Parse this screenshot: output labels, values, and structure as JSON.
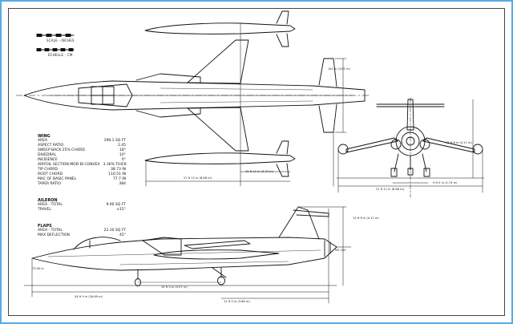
{
  "scales": {
    "inches": "SCALE - INCHES",
    "metric": "ÉCHELLE - CM."
  },
  "specs": {
    "wing": {
      "title": "WING",
      "rows": [
        {
          "label": "AREA",
          "value": "196.1 SQ FT"
        },
        {
          "label": "ASPECT RATIO",
          "value": "2.45"
        },
        {
          "label": "SWEEP BACK 25% CHORD",
          "value": "18°"
        },
        {
          "label": "DIHEDRAL",
          "value": "10°"
        },
        {
          "label": "INCIDENCE",
          "value": "0°"
        },
        {
          "label": "AIRFOIL SECTION-MOD BI CONVEX",
          "value": "3.36% THICK"
        },
        {
          "label": "TIP CHORD",
          "value": "38.73 IN"
        },
        {
          "label": "ROOT CHORD",
          "value": "110.51 IN"
        },
        {
          "label": "MAC OF BASIC PANEL",
          "value": "77.7 IN"
        },
        {
          "label": "TAPER RATIO",
          "value": "384"
        }
      ]
    },
    "aileron": {
      "title": "AILERON",
      "rows": [
        {
          "label": "AREA - TOTAL",
          "value": "9.90 SQ FT"
        },
        {
          "label": "TRAVEL",
          "value": "±15°"
        }
      ]
    },
    "flaps": {
      "title": "FLAPS",
      "rows": [
        {
          "label": "AREA - TOTAL",
          "value": "22.30 SQ FT"
        },
        {
          "label": "MAX DEFLECTION",
          "value": "45°"
        }
      ]
    }
  },
  "dimensions": {
    "top_wingspan": "21 ft 11 in (6.68 m)",
    "top_half_span": "10 ft 11 in (3.34 m)",
    "top_stabilizer": "142 in (3.61 m)",
    "front_span": "21 ft 11 in (6.68 m)",
    "front_tread": "9 ft 0 in (2.74 m)",
    "front_height": "13 ft 6 in (4.11 m)",
    "side_height": "13 ft 6 in (4.11 m)",
    "side_length_total": "54 ft 9 in (16.69 m)",
    "side_wheelbase": "15 ft 0 in (4.57 m)",
    "side_tail": "12 ft 0 in (3.66 m)",
    "side_nose": "73.00 in",
    "side_nose_ref": "MS 100"
  }
}
